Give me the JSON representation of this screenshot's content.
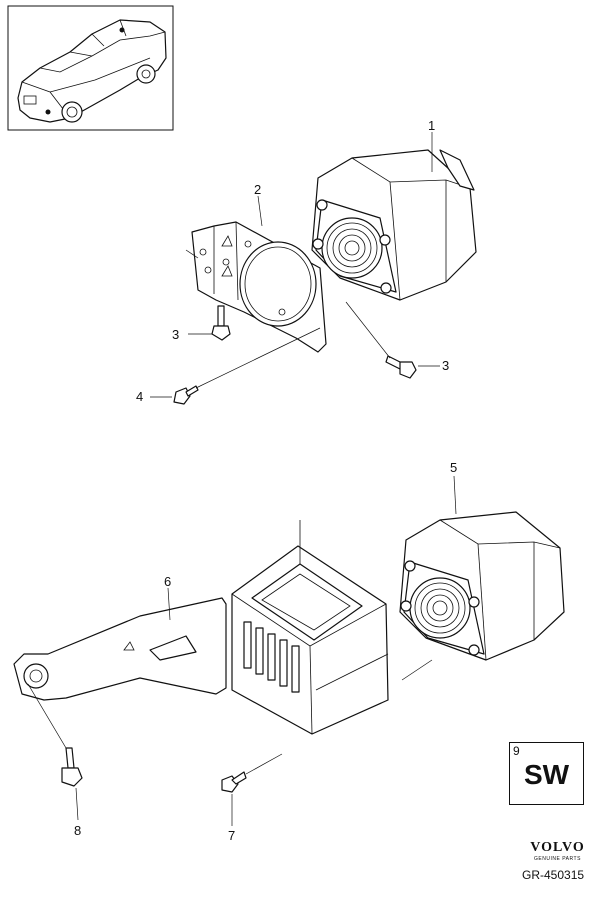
{
  "callouts": [
    {
      "id": "1",
      "label": "1"
    },
    {
      "id": "2",
      "label": "2"
    },
    {
      "id": "3a",
      "label": "3"
    },
    {
      "id": "3b",
      "label": "3"
    },
    {
      "id": "4",
      "label": "4"
    },
    {
      "id": "5",
      "label": "5"
    },
    {
      "id": "6",
      "label": "6"
    },
    {
      "id": "7",
      "label": "7"
    },
    {
      "id": "8",
      "label": "8"
    }
  ],
  "badge": {
    "number": "9",
    "text": "SW"
  },
  "brand": {
    "name": "VOLVO",
    "tagline": "GENUINE PARTS"
  },
  "reference": "GR-450315",
  "icons": [
    "car-thumbnail-icon",
    "speaker-unit-icon",
    "mounting-bracket-icon",
    "bolt-icon",
    "speaker-housing-icon"
  ]
}
